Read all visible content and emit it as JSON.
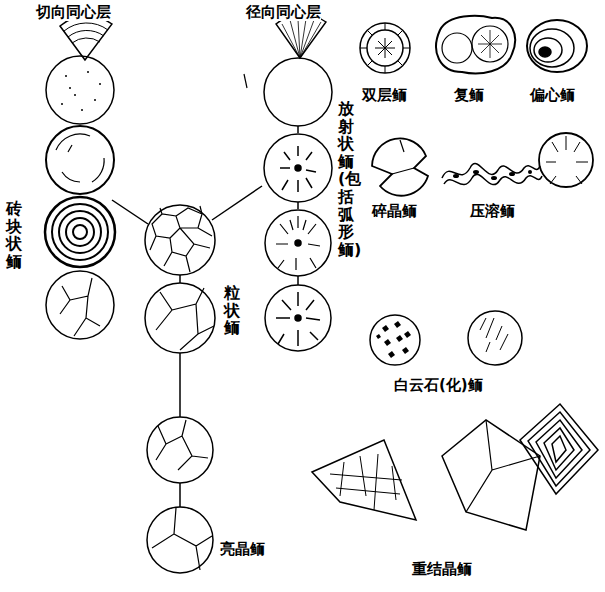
{
  "diagram": {
    "labels": [
      "切向同心层",
      "径向同心层",
      "双层鲕",
      "复鲕",
      "偏心鲕",
      "砖块状鲕",
      "放射状鲕(包括弧形鲕)",
      "碎晶鲕",
      "压溶鲕",
      "粒状鲕",
      "白云石(化)鲕",
      "亮晶鲕",
      "重结晶鲕"
    ]
  }
}
